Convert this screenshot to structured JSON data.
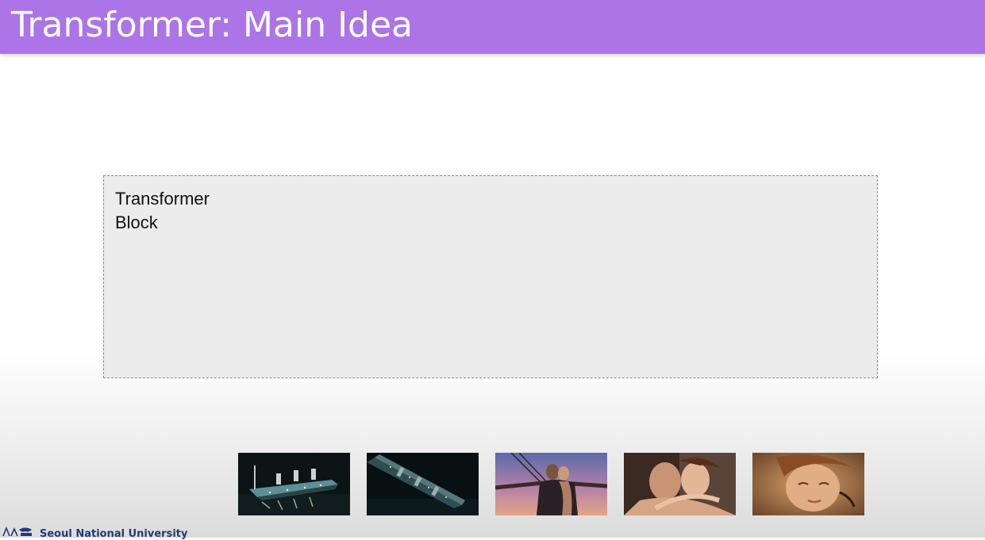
{
  "slide": {
    "title": "Transformer: Main Idea",
    "header_color": "#ac74e6"
  },
  "block": {
    "label_line1": "Transformer",
    "label_line2": "Block"
  },
  "frames": [
    {
      "name": "titanic-sailing-at-night"
    },
    {
      "name": "titanic-sinking"
    },
    {
      "name": "couple-at-ship-bow"
    },
    {
      "name": "couple-embracing"
    },
    {
      "name": "woman-close-up"
    }
  ],
  "footer": {
    "institution": "Seoul National University"
  }
}
